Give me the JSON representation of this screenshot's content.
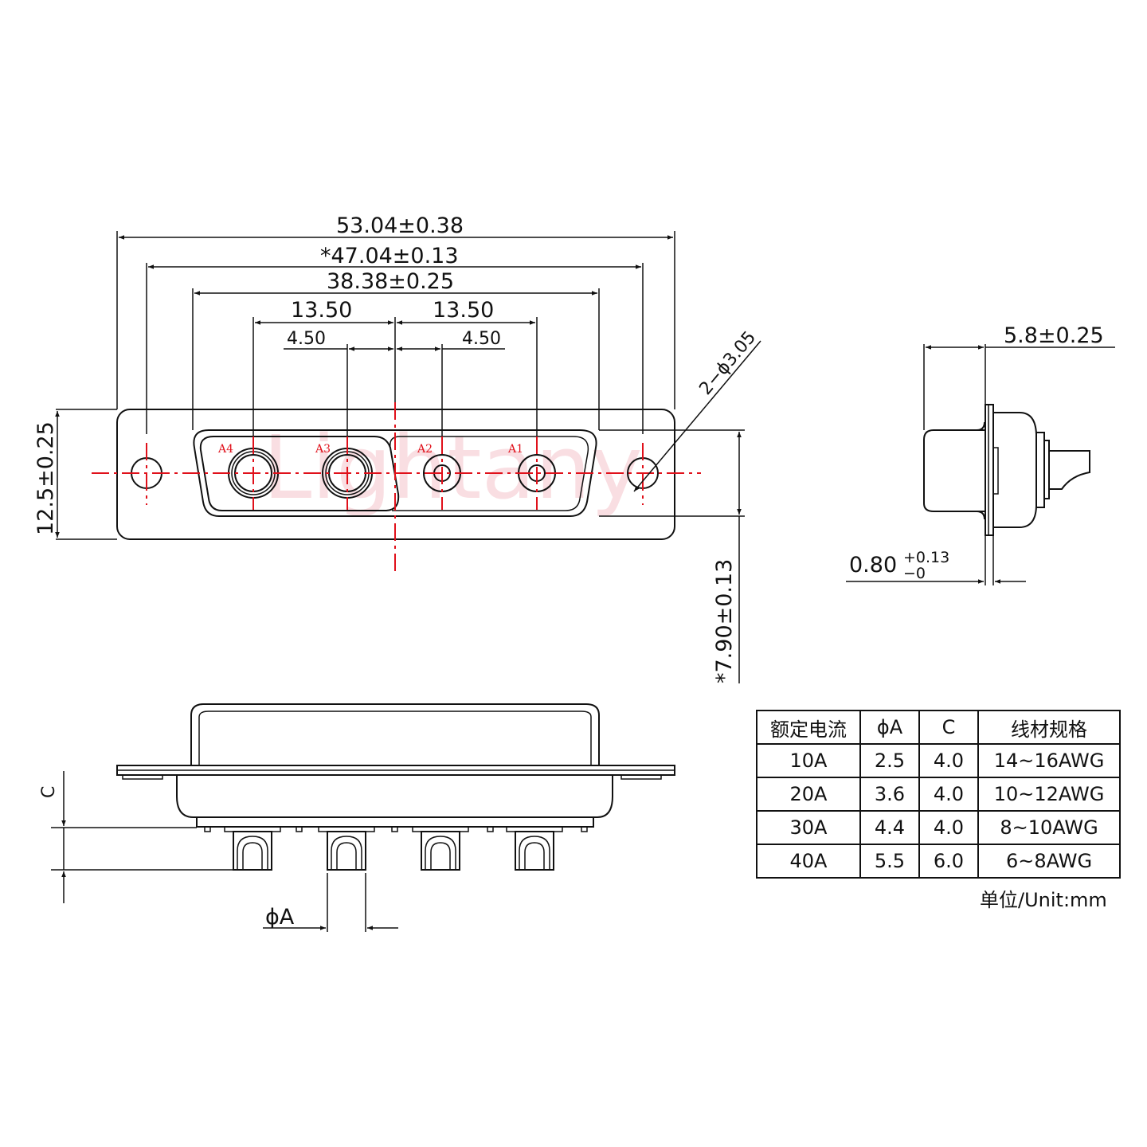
{
  "watermark": "Lightany",
  "front_view": {
    "dims": {
      "overall_width": "53.04±0.38",
      "mount_hole_pitch": "*47.04±0.13",
      "shell_width": "38.38±0.25",
      "left_outer_pitch": "13.50",
      "right_outer_pitch": "13.50",
      "left_inner_pitch": "4.50",
      "right_inner_pitch": "4.50",
      "mount_hole": "2−ϕ3.05",
      "height": "12.5±0.25",
      "shell_height": "*7.90±0.13"
    },
    "pins": [
      "A4",
      "A3",
      "A2",
      "A1"
    ]
  },
  "side_view": {
    "dims": {
      "depth": "5.8±0.25",
      "flange_thickness": "0.80",
      "flange_tol_plus": "+0.13",
      "flange_tol_minus": "−0"
    }
  },
  "bottom_view": {
    "labels": {
      "c_label": "C",
      "phi_a_label": "ϕA"
    }
  },
  "spec_table": {
    "headers": [
      "额定电流",
      "ϕA",
      "C",
      "线材规格"
    ],
    "rows": [
      [
        "10A",
        "2.5",
        "4.0",
        "14~16AWG"
      ],
      [
        "20A",
        "3.6",
        "4.0",
        "10~12AWG"
      ],
      [
        "30A",
        "4.4",
        "4.0",
        "8~10AWG"
      ],
      [
        "40A",
        "5.5",
        "6.0",
        "6~8AWG"
      ]
    ],
    "unit": "单位/Unit:mm"
  }
}
